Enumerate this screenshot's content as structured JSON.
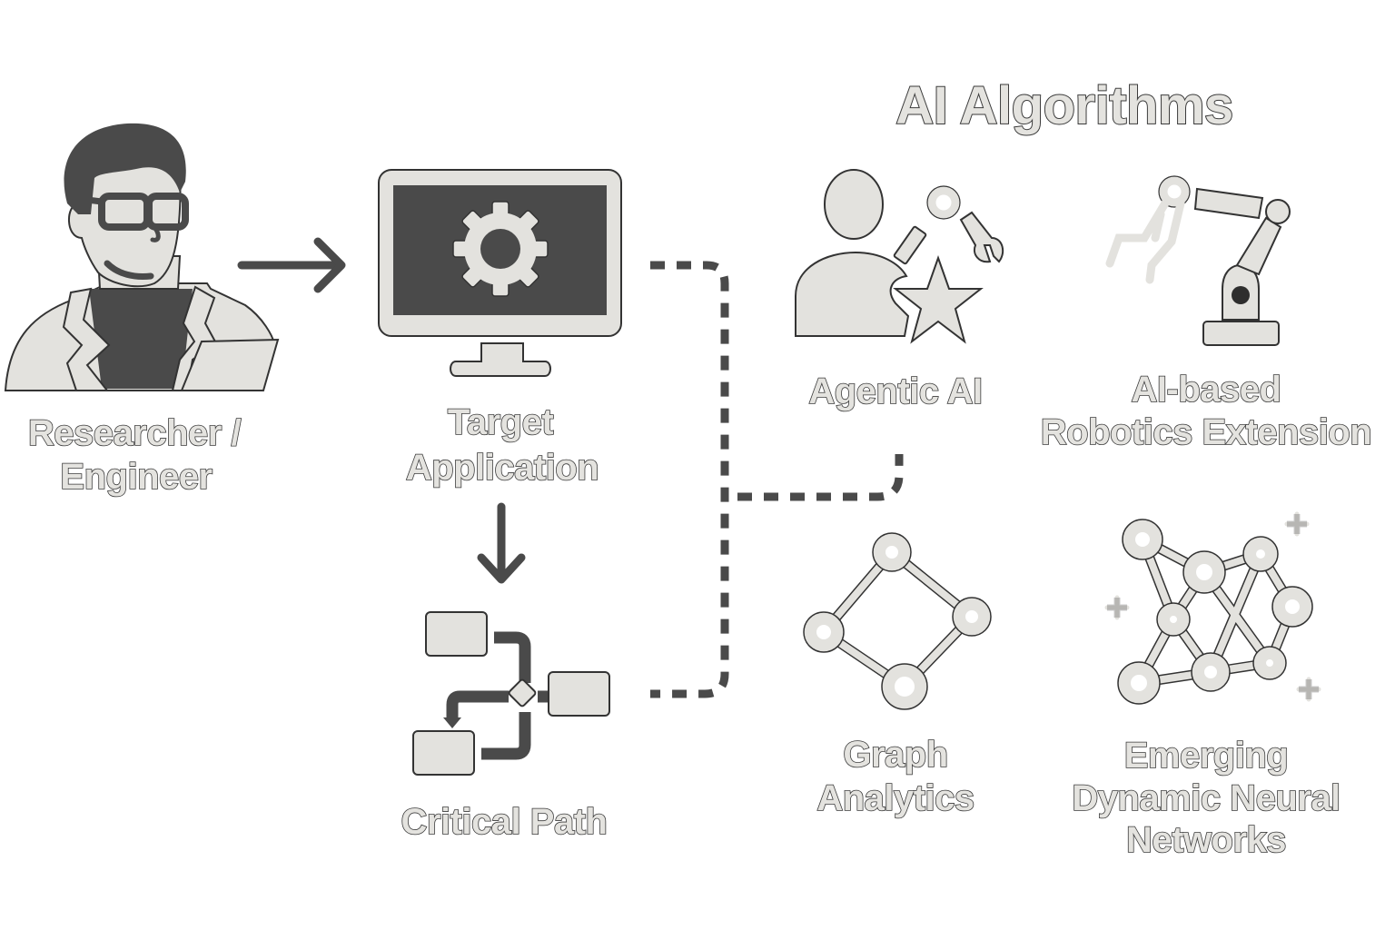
{
  "diagram": {
    "title": "AI Algorithms",
    "colors": {
      "icon_fill": "#e3e2de",
      "dark": "#4a4a4a",
      "outline": "#333333",
      "background": "#ffffff"
    },
    "nodes": {
      "researcher": {
        "label_line1": "Researcher /",
        "label_line2": "Engineer",
        "icon": "researcher-with-laptop-icon"
      },
      "target_app": {
        "label_line1": "Target",
        "label_line2": "Application",
        "icon": "monitor-gear-icon"
      },
      "critical_path": {
        "label_line1": "Critical Path",
        "icon": "flowchart-icon"
      },
      "agentic_ai": {
        "label_line1": "Agentic AI",
        "icon": "person-star-robot-arm-icon"
      },
      "robotics": {
        "label_line1": "AI-based",
        "label_line2": "Robotics Extension",
        "icon": "robotic-arm-icon"
      },
      "graph_analytics": {
        "label_line1": "Graph",
        "label_line2": "Analytics",
        "icon": "graph-nodes-icon"
      },
      "neural_networks": {
        "label_line1": "Emerging",
        "label_line2": "Dynamic Neural",
        "label_line3": "Networks",
        "icon": "neural-network-icon"
      }
    },
    "edges": [
      {
        "from": "researcher",
        "to": "target_app",
        "style": "solid-arrow"
      },
      {
        "from": "target_app",
        "to": "critical_path",
        "style": "solid-arrow"
      },
      {
        "from": "target_app",
        "to": "agentic_ai",
        "style": "dashed"
      },
      {
        "from": "critical_path",
        "to": "agentic_ai",
        "style": "dashed"
      }
    ]
  }
}
